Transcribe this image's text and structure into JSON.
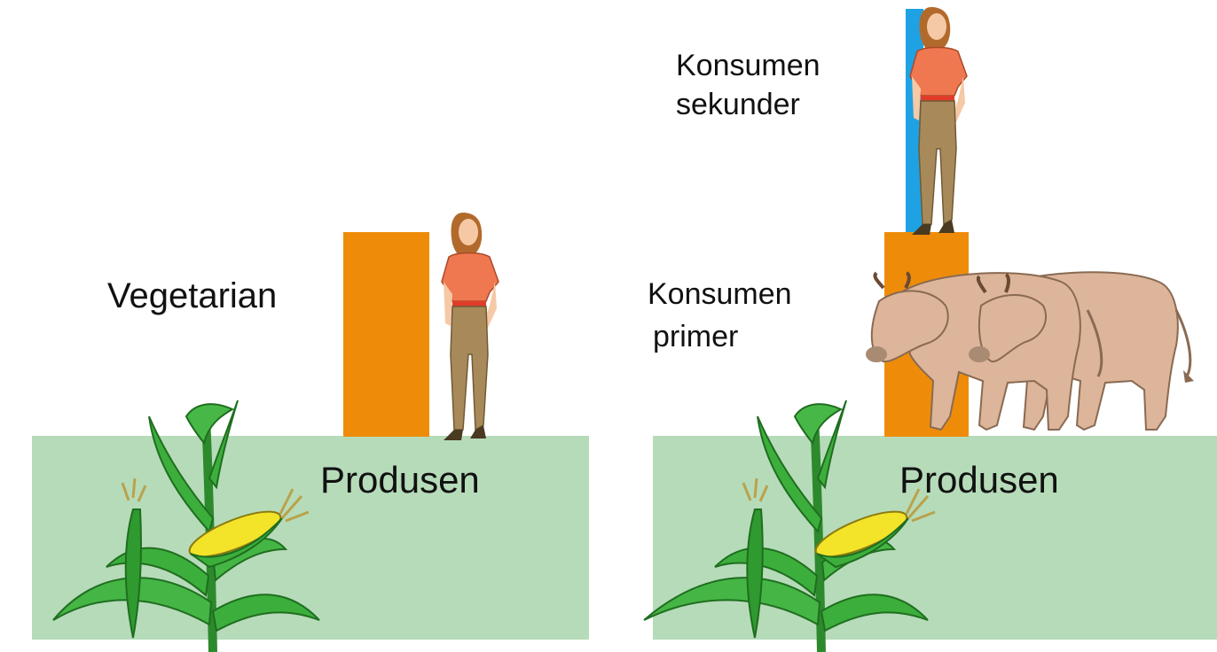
{
  "colors": {
    "producer_ground": "#b6dbb9",
    "consumer_bar": "#ee8c0a",
    "top_bar": "#1ea2e3",
    "text": "#111111"
  },
  "left_panel": {
    "heading": "Vegetarian",
    "producer_label": "Produsen",
    "icons": [
      "corn-plant-icon",
      "woman-icon"
    ]
  },
  "right_panel": {
    "secondary_label_line1": "Konsumen",
    "secondary_label_line2": "sekunder",
    "primary_label_line1": "Konsumen",
    "primary_label_line2": "primer",
    "producer_label": "Produsen",
    "icons": [
      "corn-plant-icon",
      "cow-icon",
      "cow-icon",
      "woman-icon"
    ]
  }
}
